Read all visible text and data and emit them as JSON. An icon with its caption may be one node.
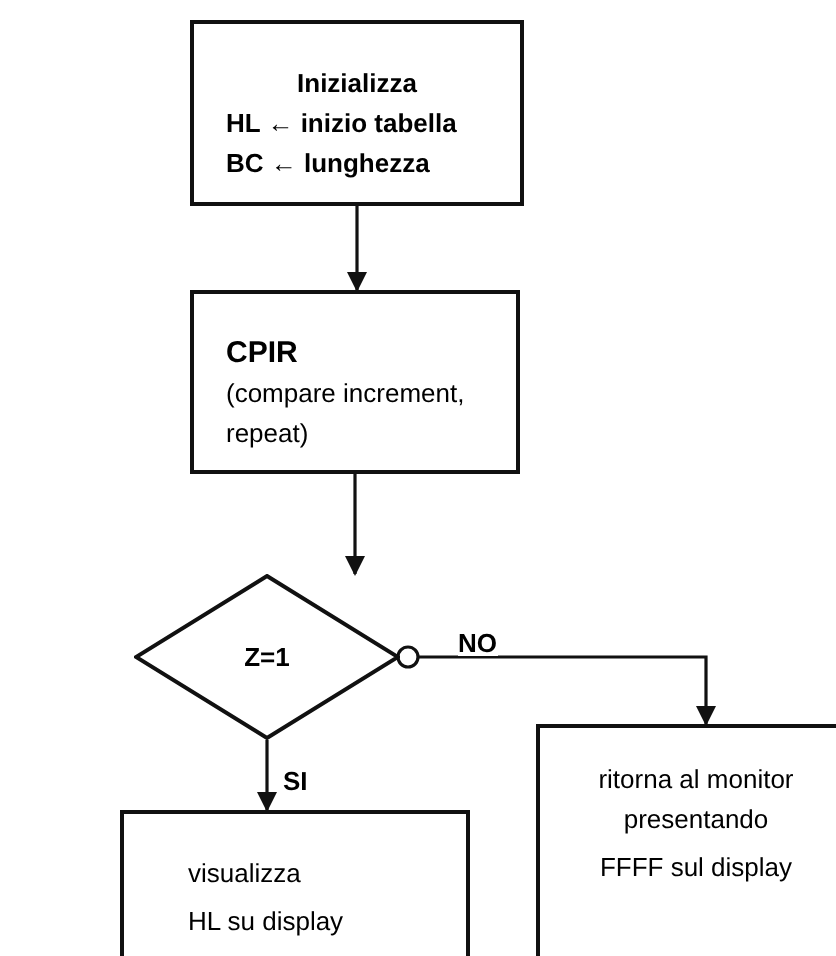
{
  "diagram": {
    "nodes": [
      {
        "text": [
          "Inizializza",
          "HL ← inizio tabella",
          "BC ← lunghezza"
        ]
      },
      {
        "text": [
          "CPIR",
          "(compare increment, repeat)"
        ]
      },
      {
        "text": [
          "Z=1"
        ]
      },
      {
        "text": [
          "ritorna al monitor presentando",
          "FFFF sul display"
        ]
      },
      {
        "text": [
          "visualizza",
          "HL su display"
        ]
      }
    ],
    "edges": [
      {
        "from": 0,
        "to": 1,
        "arrow": "to"
      },
      {
        "from": 1,
        "to": 2,
        "arrow": "to"
      },
      {
        "from": 2,
        "to": 3,
        "arrow": "to",
        "label": "NO"
      },
      {
        "from": 2,
        "to": 4,
        "arrow": "to",
        "label": "SI"
      }
    ]
  }
}
